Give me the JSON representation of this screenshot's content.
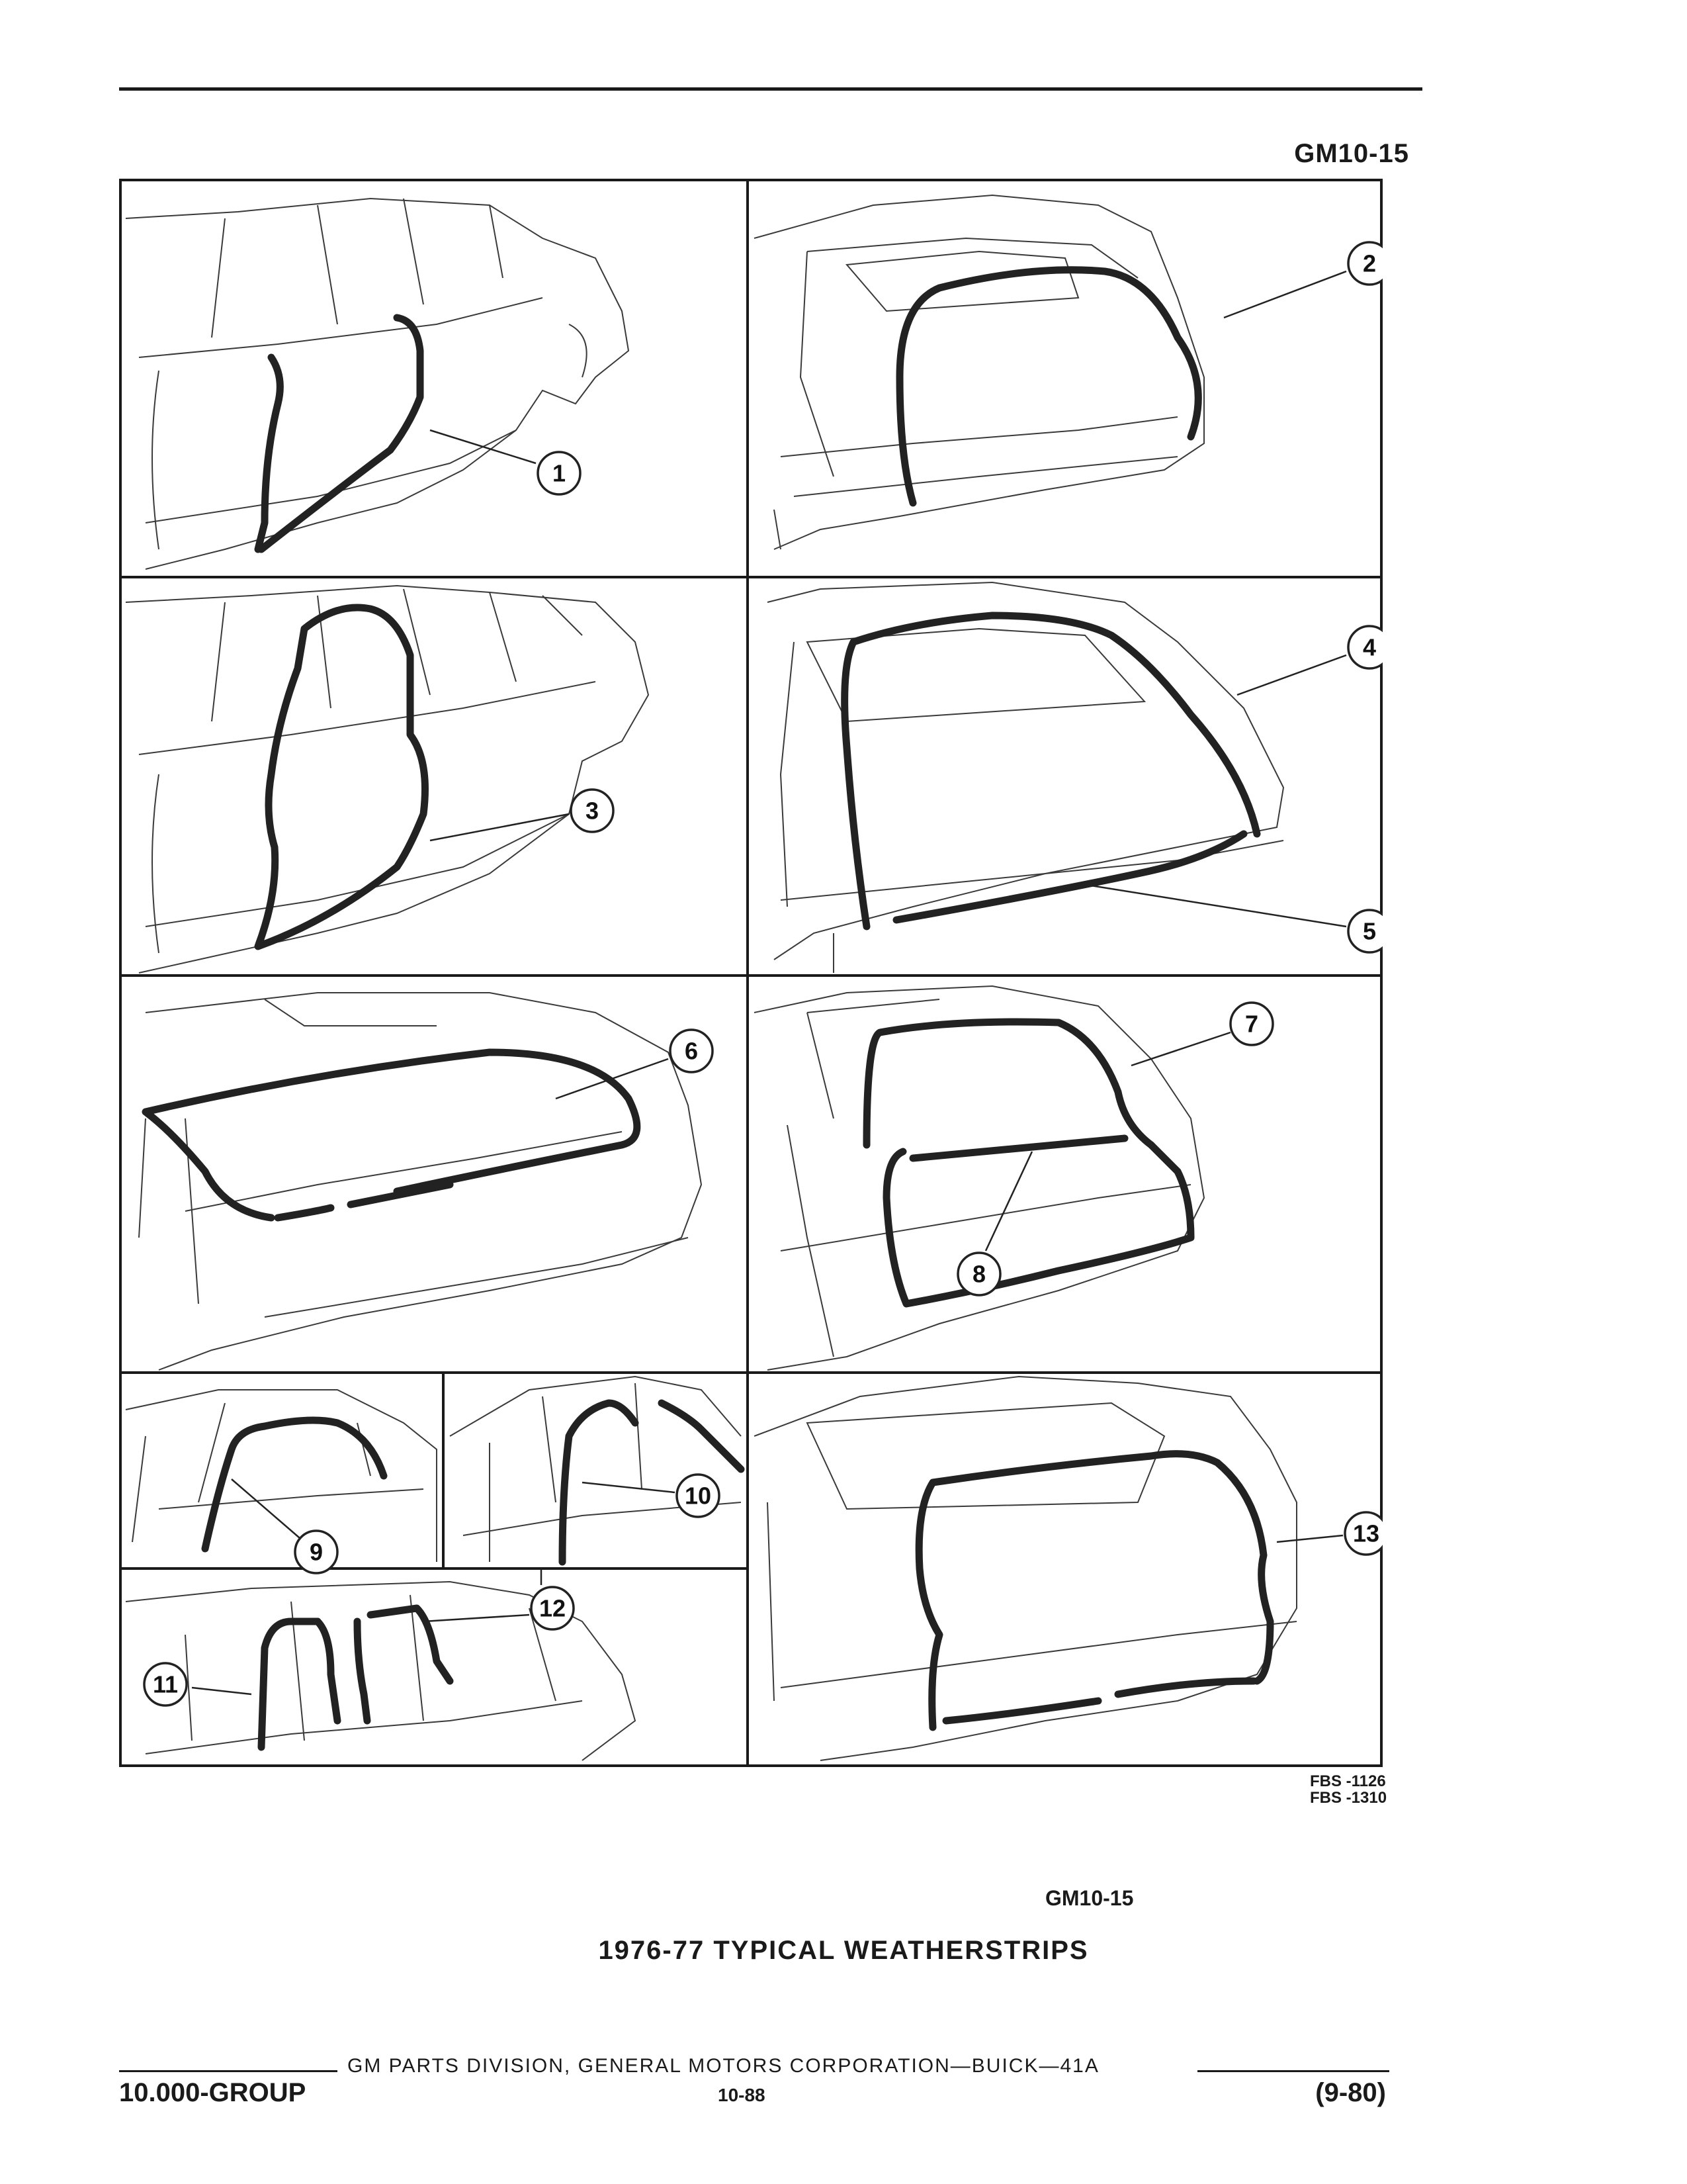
{
  "header": {
    "page_code": "GM10-15"
  },
  "figure": {
    "callouts": [
      "1",
      "2",
      "3",
      "4",
      "5",
      "6",
      "7",
      "8",
      "9",
      "10",
      "11",
      "12",
      "13"
    ],
    "art_refs": [
      "FBS -1126",
      "FBS -1310"
    ],
    "figure_ref": "GM10-15",
    "title": "1976-77 TYPICAL WEATHERSTRIPS"
  },
  "footer": {
    "corporation": "GM PARTS DIVISION, GENERAL MOTORS CORPORATION—BUICK—41A",
    "group": "10.000-GROUP",
    "page": "10-88",
    "date": "(9-80)"
  }
}
